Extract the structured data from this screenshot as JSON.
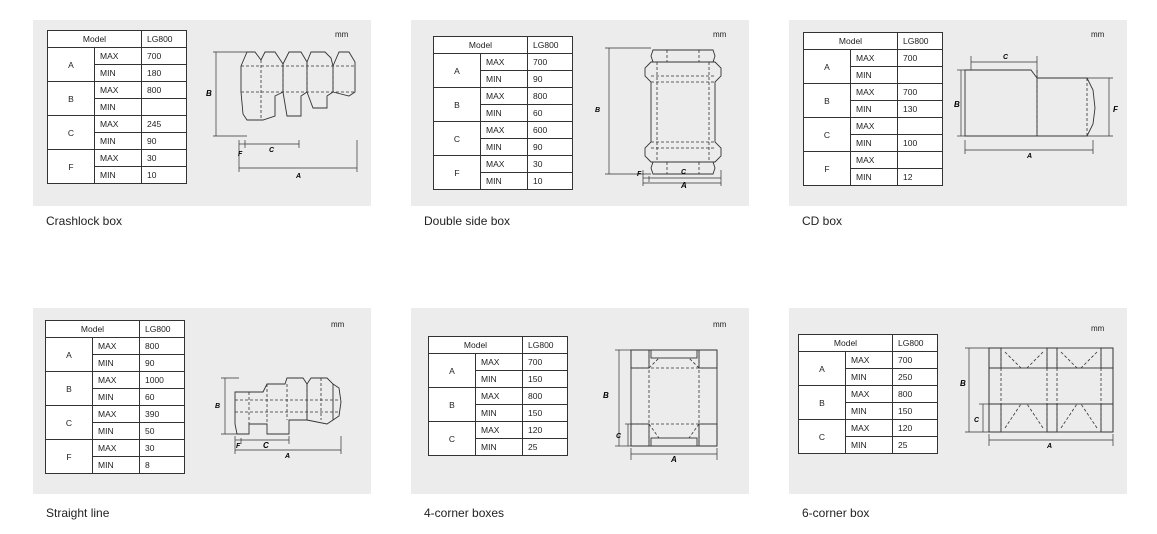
{
  "unit": "mm",
  "col_model": "Model",
  "col_machine": "LG800",
  "cards": [
    {
      "caption": "Crashlock box",
      "rows": [
        {
          "dim": "A",
          "max": "700",
          "min": "180"
        },
        {
          "dim": "B",
          "max": "800",
          "min": ""
        },
        {
          "dim": "C",
          "max": "245",
          "min": "90"
        },
        {
          "dim": "F",
          "max": "30",
          "min": "10"
        }
      ],
      "labels": {
        "A": "A",
        "B": "B",
        "C": "C",
        "F": "F"
      }
    },
    {
      "caption": "Double side box",
      "rows": [
        {
          "dim": "A",
          "max": "700",
          "min": "90"
        },
        {
          "dim": "B",
          "max": "800",
          "min": "60"
        },
        {
          "dim": "C",
          "max": "600",
          "min": "90"
        },
        {
          "dim": "F",
          "max": "30",
          "min": "10"
        }
      ],
      "labels": {
        "A": "A",
        "B": "B",
        "C": "C",
        "F": "F"
      }
    },
    {
      "caption": "CD box",
      "rows": [
        {
          "dim": "A",
          "max": "700",
          "min": ""
        },
        {
          "dim": "B",
          "max": "700",
          "min": "130"
        },
        {
          "dim": "C",
          "max": "",
          "min": "100"
        },
        {
          "dim": "F",
          "max": "",
          "min": "12"
        }
      ],
      "labels": {
        "A": "A",
        "B": "B",
        "C": "C",
        "F": "F"
      }
    },
    {
      "caption": "Straight line",
      "rows": [
        {
          "dim": "A",
          "max": "800",
          "min": "90"
        },
        {
          "dim": "B",
          "max": "1000",
          "min": "60"
        },
        {
          "dim": "C",
          "max": "390",
          "min": "50"
        },
        {
          "dim": "F",
          "max": "30",
          "min": "8"
        }
      ],
      "labels": {
        "A": "A",
        "B": "B",
        "C": "C",
        "F": "F"
      }
    },
    {
      "caption": "4-corner boxes",
      "rows": [
        {
          "dim": "A",
          "max": "700",
          "min": "150"
        },
        {
          "dim": "B",
          "max": "800",
          "min": "150"
        },
        {
          "dim": "C",
          "max": "120",
          "min": "25"
        }
      ],
      "labels": {
        "A": "A",
        "B": "B",
        "C": "C"
      }
    },
    {
      "caption": "6-corner box",
      "rows": [
        {
          "dim": "A",
          "max": "700",
          "min": "250"
        },
        {
          "dim": "B",
          "max": "800",
          "min": "150"
        },
        {
          "dim": "C",
          "max": "120",
          "min": "25"
        }
      ],
      "labels": {
        "A": "A",
        "B": "B",
        "C": "C"
      }
    }
  ],
  "max_label": "MAX",
  "min_label": "MIN"
}
